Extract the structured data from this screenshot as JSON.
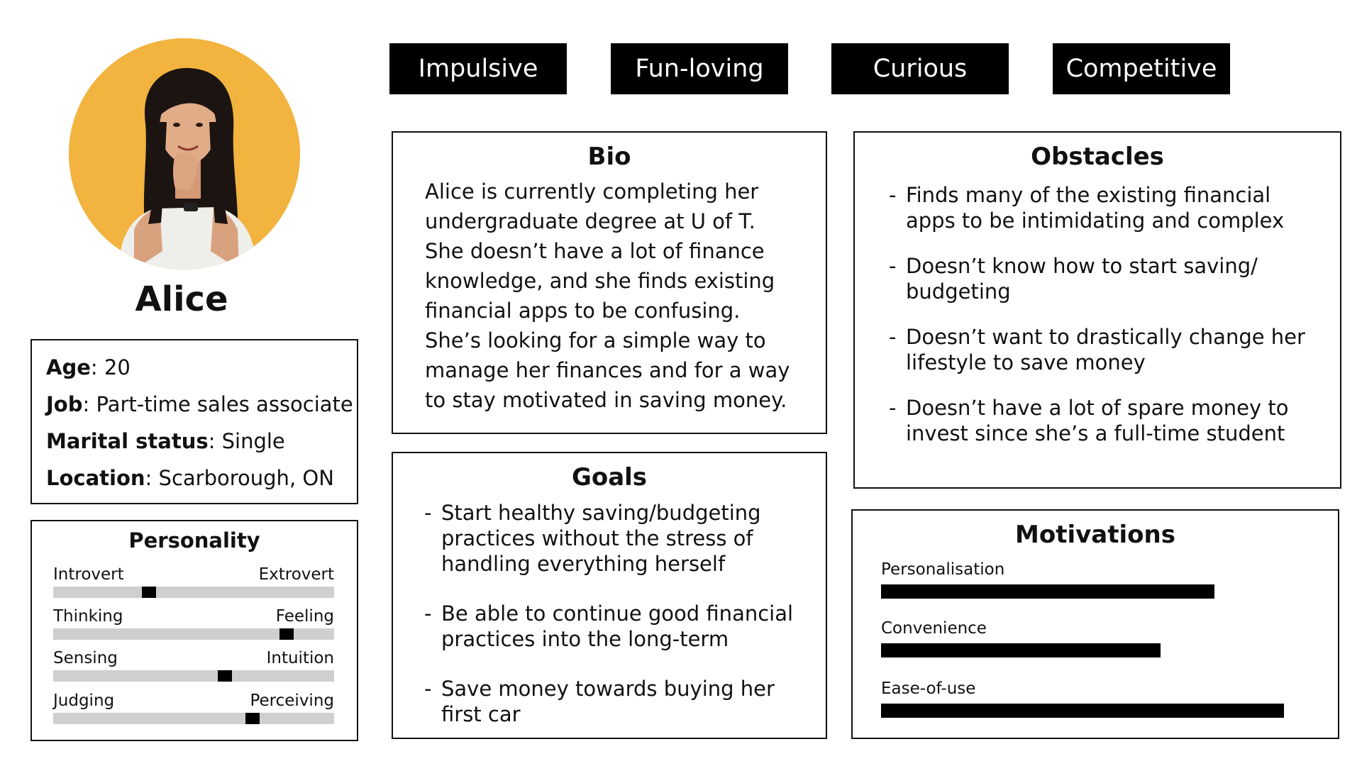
{
  "persona": {
    "name": "Alice",
    "photo_description": "avatar-photo"
  },
  "details": [
    {
      "label": "Age",
      "value": "20"
    },
    {
      "label": "Job",
      "value": "Part-time sales associate"
    },
    {
      "label": "Marital status",
      "value": "Single"
    },
    {
      "label": "Location",
      "value": "Scarborough, ON"
    }
  ],
  "personality": {
    "title": "Personality",
    "traits": [
      {
        "left": "Introvert",
        "right": "Extrovert",
        "level": 0.34
      },
      {
        "left": "Thinking",
        "right": "Feeling",
        "level": 0.83
      },
      {
        "left": "Sensing",
        "right": "Intuition",
        "level": 0.61
      },
      {
        "left": "Judging",
        "right": "Perceiving",
        "level": 0.71
      }
    ]
  },
  "tags": [
    "Impulsive",
    "Fun-loving",
    "Curious",
    "Competitive"
  ],
  "bio": {
    "title": "Bio",
    "text": "Alice is currently completing her undergraduate degree at U of T. She doesn’t have a lot of finance knowledge, and she finds existing financial apps to be confusing. She’s looking for a simple way to manage her finances and for a way to stay motivated in saving money."
  },
  "goals": {
    "title": "Goals",
    "items": [
      "Start healthy saving/budgeting practices without the stress of handling everything herself",
      "Be able to continue good financial practices into the long-term",
      "Save money towards buying her first car"
    ]
  },
  "obstacles": {
    "title": "Obstacles",
    "items": [
      "Finds many of the existing financial apps to be intimidating and complex",
      "Doesn’t know how to start saving/ budgeting",
      "Doesn’t want to drastically change her lifestyle to save money",
      "Doesn’t have a lot of spare money to invest since she’s a full-time student"
    ]
  },
  "motivations": {
    "title": "Motivations",
    "items": [
      {
        "label": "Personalisation",
        "level": 0.81
      },
      {
        "label": "Convenience",
        "level": 0.68
      },
      {
        "label": "Ease-of-use",
        "level": 0.98
      }
    ]
  },
  "colors": {
    "avatar_background": "#f2b33f",
    "tag_background": "#000000",
    "bar_track": "#cfcfcf",
    "bar_fill": "#000000"
  }
}
